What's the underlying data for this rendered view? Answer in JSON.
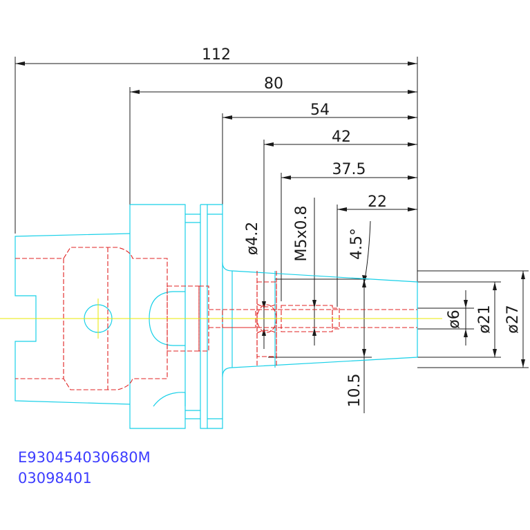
{
  "dimensions": {
    "d112": "112",
    "d80": "80",
    "d54": "54",
    "d42": "42",
    "d37_5": "37.5",
    "d22": "22",
    "phi4_2": "ø4.2",
    "thread": "M5x0.8",
    "angle": "4.5°",
    "phi6": "ø6",
    "phi21": "ø21",
    "phi27": "ø27",
    "d10_5": "10.5"
  },
  "codes": {
    "line1": "E930454030680M",
    "line2": "03098401"
  },
  "colors": {
    "outline": "#18d0e8",
    "hidden": "#e02020",
    "centerline": "#e8e800",
    "dimension": "#1a1a1a",
    "code_text": "#3d3dff"
  }
}
